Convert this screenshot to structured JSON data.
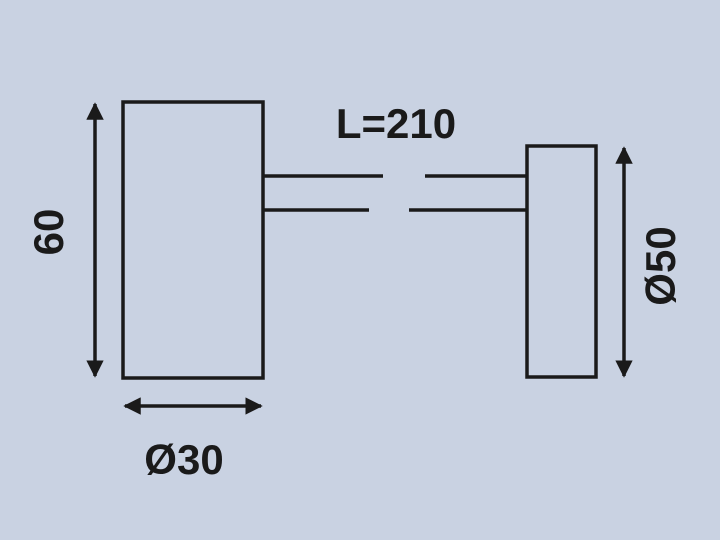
{
  "colors": {
    "background": "#c9d2e2",
    "stroke": "#1a1a1a",
    "body_fill": "#c9d2e2"
  },
  "dimensions": {
    "height": "60",
    "diameter_head": "Ø30",
    "length": "L=210",
    "diameter_base": "Ø50"
  }
}
